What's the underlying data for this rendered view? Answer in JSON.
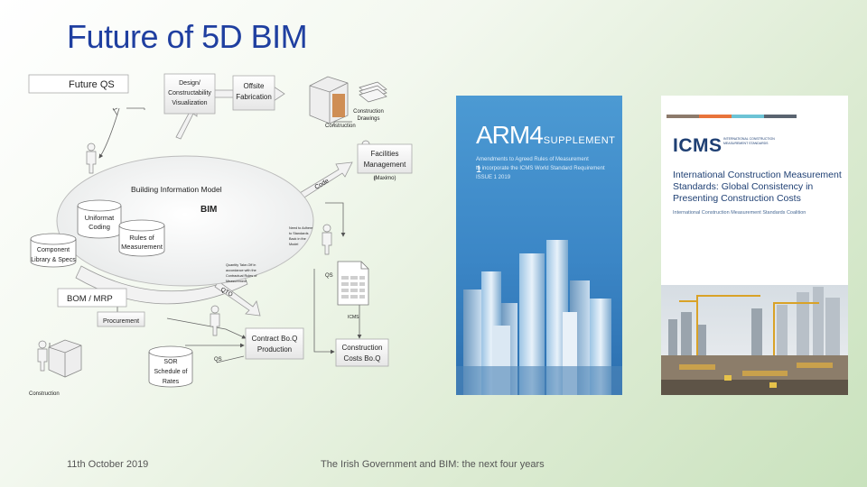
{
  "slide": {
    "title": "Future of 5D BIM",
    "footer_date": "11th October 2019",
    "footer_center": "The Irish Government and BIM: the next four years"
  },
  "diagram": {
    "future_qs": "Future QS",
    "design_line1": "Design/",
    "design_line2": "Constructability",
    "design_line3": "Visualization",
    "offsite_line1": "Offsite",
    "offsite_line2": "Fabrication",
    "construction_drawings_line1": "Construction",
    "construction_drawings_line2": "Drawings",
    "construction_top": "Construction",
    "facilities_line1": "Facilities",
    "facilities_line2": "Management",
    "maximo": "(Maximo)",
    "code": "Code",
    "bim_model": "Building Information Model",
    "bim": "BIM",
    "uniformat_line1": "Uniformat",
    "uniformat_line2": "Coding",
    "rules_line1": "Rules of",
    "rules_line2": "Measurement",
    "component_line1": "Component",
    "component_line2": "Library & Specs",
    "note_right_line1": "Need to Adhere",
    "note_right_line2": "to Standards",
    "note_right_line3": "Back in the",
    "note_right_line4": "Model",
    "qty_note_line1": "Quantity Take-Off in",
    "qty_note_line2": "accordance with the",
    "qty_note_line3": "Contractual Rules of",
    "qty_note_line4": "Measurement",
    "qs_mid": "QS",
    "qto": "QTO",
    "icms_doc": "ICMS",
    "bom": "BOM / MRP",
    "procurement": "Procurement",
    "contract_line1": "Contract Bo.Q",
    "contract_line2": "Production",
    "qs_bottom": "QS",
    "costs_line1": "Construction",
    "costs_line2": "Costs Bo.Q",
    "sor_line1": "SOR",
    "sor_line2": "Schedule of",
    "sor_line3": "Rates",
    "construction_bottom": "Construction"
  },
  "arm4": {
    "title": "ARM4",
    "supplement": "SUPPLEMENT 1",
    "line1": "Amendments to Agreed Rules of Measurement",
    "line2": "to incorporate the ICMS World Standard Requirement",
    "issue": "ISSUE 1 2019"
  },
  "icms": {
    "logo": "ICMS",
    "logo_sub": "INTERNATIONAL CONSTRUCTION MEASUREMENT STANDARDS",
    "heading": "International Construction Measurement Standards: Global Consistency in Presenting Construction Costs",
    "coalition": "International Construction Measurement Standards Coalition",
    "bar_colors": [
      "#8c7a6b",
      "#e8743b",
      "#6cc3d5",
      "#5a6470"
    ]
  }
}
